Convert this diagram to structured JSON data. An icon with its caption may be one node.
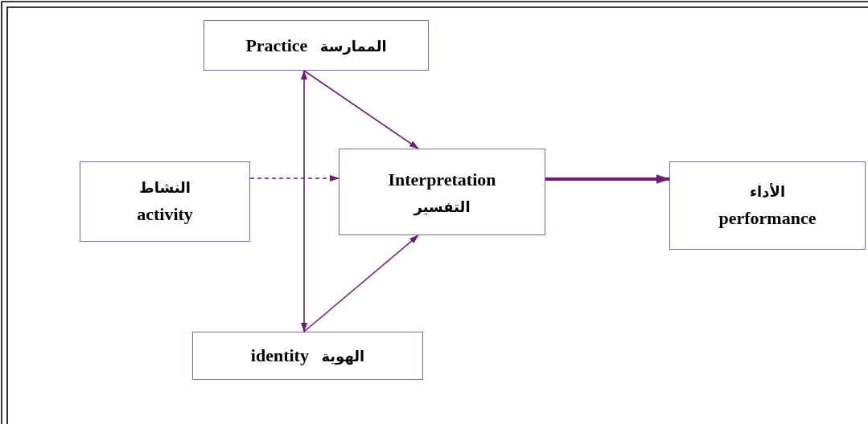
{
  "diagram": {
    "nodes": [
      {
        "text": [
          "Practice الممارسة"
        ]
      },
      {
        "text": [
          "النشاط",
          "activity"
        ]
      },
      {
        "text": [
          "Interpretation",
          "التفسير"
        ]
      },
      {
        "text": [
          "الأداء",
          "performance"
        ]
      },
      {
        "text": [
          "identity الهوية"
        ]
      }
    ],
    "edges": [
      {
        "from": 0,
        "to": 4,
        "arrow": "both"
      },
      {
        "from": 0,
        "to": 2,
        "arrow": "to"
      },
      {
        "from": 4,
        "to": 2,
        "arrow": "to"
      },
      {
        "from": 1,
        "to": 2,
        "arrow": "to",
        "style": "dashed"
      },
      {
        "from": 2,
        "to": 3,
        "arrow": "to",
        "style": "thick"
      }
    ]
  }
}
